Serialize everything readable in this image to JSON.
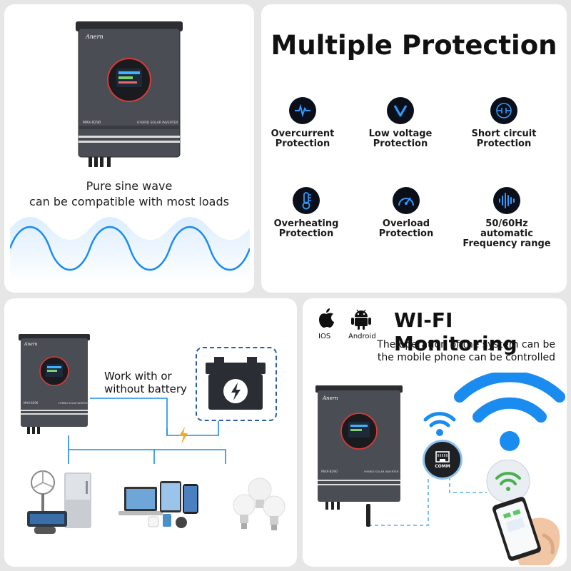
{
  "sine_panel": {
    "line1": "Pure sine wave",
    "line2": "can be compatible with most loads"
  },
  "protection_panel": {
    "title": "Multiple Protection",
    "features": [
      {
        "icon": "pulse-icon",
        "line1": "Overcurrent",
        "line2": "Protection"
      },
      {
        "icon": "chevron-down-icon",
        "line1": "Low voltage",
        "line2": "Protection"
      },
      {
        "icon": "circuit-icon",
        "line1": "Short circuit",
        "line2": "Protection"
      },
      {
        "icon": "thermometer-icon",
        "line1": "Overheating",
        "line2": "Protection"
      },
      {
        "icon": "gauge-icon",
        "line1": "Overload",
        "line2": "Protection"
      },
      {
        "icon": "frequency-bars-icon",
        "line1": "50/60Hz automatic",
        "line2": "Frequency range"
      }
    ]
  },
  "battery_panel": {
    "line1": "Work with or",
    "line2": "without battery"
  },
  "wifi_panel": {
    "title": "WI-FI Monitoring",
    "ios_label": "IOS",
    "android_label": "Android",
    "desc1": "The operation of the system can be",
    "desc2": "the mobile phone can be controlled",
    "comm_label": "COMM"
  },
  "device": {
    "brand": "Anern",
    "model": "MAX-8290",
    "product_label": "HYBRID SOLAR INVERTER"
  },
  "colors": {
    "accent_blue": "#1a8cf0",
    "wave_blue": "#4aa3f5",
    "lightning_yellow": "#f5a623",
    "inverter_gray": "#4a4d53"
  }
}
